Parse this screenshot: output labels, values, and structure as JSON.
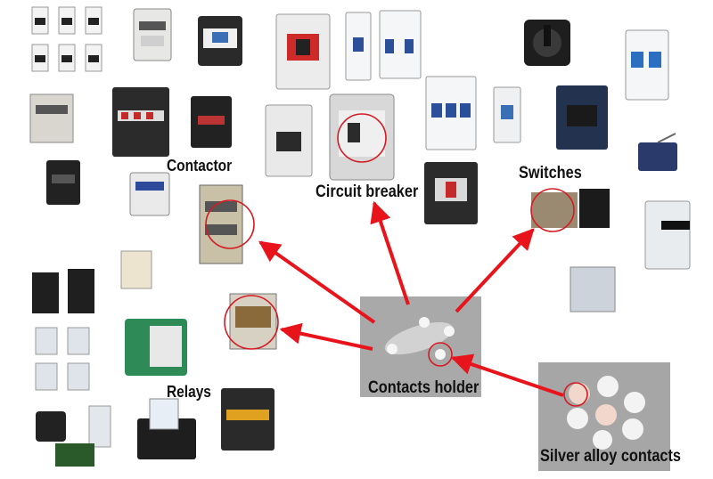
{
  "labels": {
    "contactor": "Contactor",
    "circuit_breaker": "Circuit breaker",
    "switches": "Switches",
    "relays": "Relays",
    "contacts_holder": "Contacts holder",
    "silver_alloy_contacts": "Silver alloy contacts"
  },
  "colors": {
    "arrow": "#e8141b",
    "highlight_circle": "#d41b22",
    "holder_panel": "#a9a9a9",
    "silver_panel": "#a6a6a6",
    "device_dark": "#2b2b2b",
    "device_light": "#eef0f2",
    "device_blue": "#23324f"
  }
}
